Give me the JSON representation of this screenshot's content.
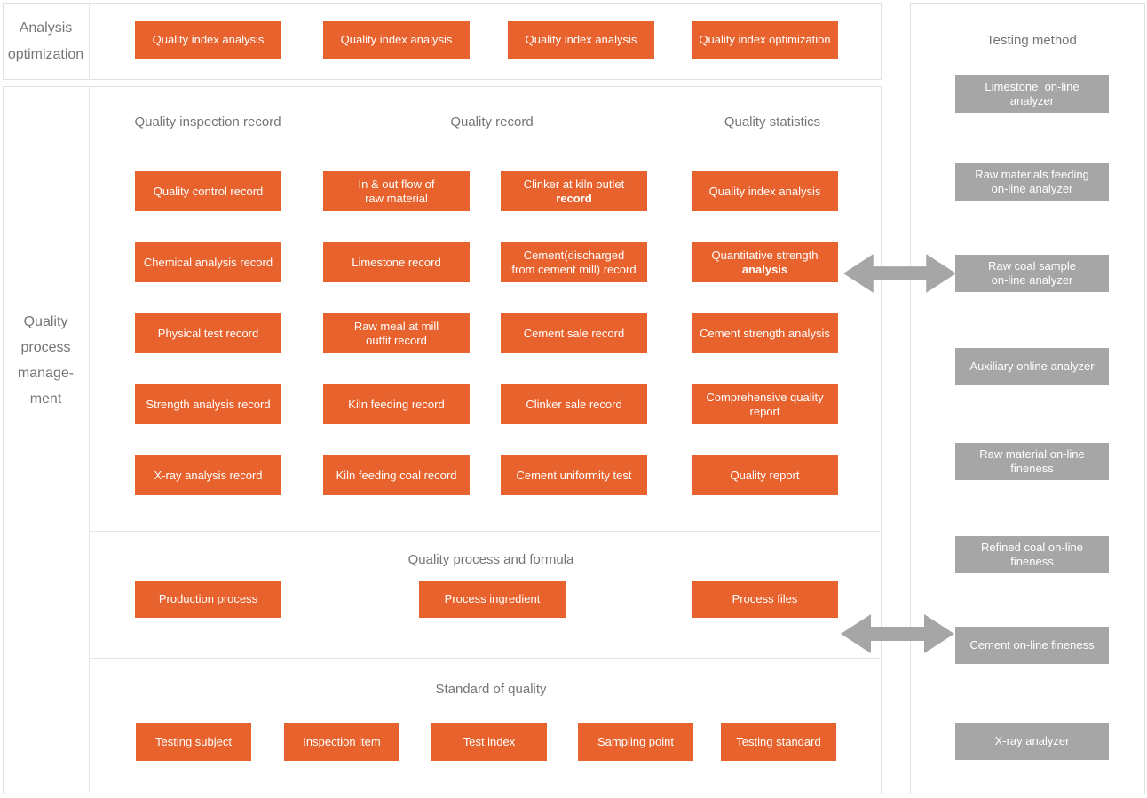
{
  "colors": {
    "orange_button": "#e8622d",
    "gray_button": "#a6a6a6",
    "arrow": "#a6a6a6",
    "panel_border": "#e1e1e1",
    "heading_text": "#757575",
    "button_text": "#ffffff"
  },
  "top_band": {
    "label": "Analysis\noptimization",
    "buttons": [
      "Quality index analysis",
      "Quality index analysis",
      "Quality index analysis",
      "Quality index optimization"
    ]
  },
  "main": {
    "label": "Quality\nprocess\nmanage-\nment",
    "grid": {
      "headers": [
        "Quality inspection record",
        "Quality record",
        "Quality statistics"
      ],
      "rows": [
        [
          "Quality control record",
          "In & out flow of\nraw material",
          {
            "label": "Clinker at kiln outlet\nrecord",
            "bold_line": 1
          },
          "Quality index analysis"
        ],
        [
          "Chemical analysis record",
          "Limestone record",
          "Cement(discharged\nfrom cement mill) record",
          {
            "label": "Quantitative strength\nanalysis",
            "bold_line": 1
          }
        ],
        [
          "Physical test record",
          "Raw meal at mill\noutfit record",
          "Cement sale record",
          "Cement strength analysis"
        ],
        [
          "Strength analysis record",
          "Kiln feeding record",
          "Clinker sale record",
          "Comprehensive quality\nreport"
        ],
        [
          "X-ray analysis record",
          "Kiln feeding coal record",
          "Cement uniformity test",
          "Quality report"
        ]
      ]
    },
    "process_section": {
      "title": "Quality process and formula",
      "buttons": [
        "Production process",
        "Process ingredient",
        "Process files"
      ]
    },
    "standard_section": {
      "title": "Standard of quality",
      "buttons": [
        "Testing subject",
        "Inspection item",
        "Test index",
        "Sampling point",
        "Testing standard"
      ]
    }
  },
  "right_panel": {
    "title": "Testing method",
    "buttons": [
      "Limestone  on-line\nanalyzer",
      "Raw materials feeding\non-line analyzer",
      "Raw coal sample\non-line analyzer",
      "Auxiliary online analyzer",
      "Raw material on-line\nfineness",
      "Refined coal on-line\nfineness",
      "Cement on-line fineness",
      "X-ray analyzer"
    ]
  },
  "arrow_icon": "double-arrow-icon"
}
